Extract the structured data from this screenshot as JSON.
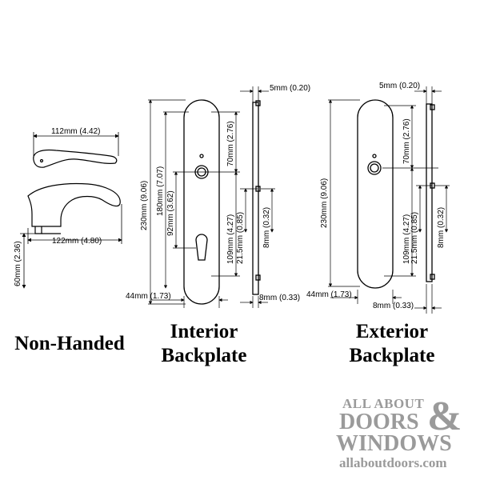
{
  "handle": {
    "top_width": "112mm (4.42)",
    "bottom_width": "122mm (4.80)",
    "height": "60mm (2.36)"
  },
  "interior": {
    "top_offset": "5mm (0.20)",
    "total_height": "230mm (9.06)",
    "inner_height": "180mm (7.07)",
    "upper": "70mm (2.76)",
    "center": "92mm (3.62)",
    "lower": "109mm (4.27)",
    "small_a": "21.5mm (0.85)",
    "small_b": "8mm (0.32)",
    "width": "44mm (1.73)",
    "thickness": "8mm (0.33)"
  },
  "exterior": {
    "top_offset": "5mm (0.20)",
    "total_height": "230mm (9.06)",
    "upper": "70mm (2.76)",
    "lower": "109mm (4.27)",
    "small_a": "21.5mm (0.85)",
    "small_b": "8mm (0.32)",
    "width": "44mm (1.73)",
    "thickness": "8mm (0.33)"
  },
  "labels": {
    "non_handed": "Non-Handed",
    "interior_line1": "Interior",
    "interior_line2": "Backplate",
    "exterior_line1": "Exterior",
    "exterior_line2": "Backplate"
  },
  "logo": {
    "line1": "ALL ABOUT",
    "line2": "DOORS",
    "amp": "&",
    "line3": "WINDOWS",
    "url": "allaboutdoors.com"
  },
  "colors": {
    "logo_gray": "#9a9a9a",
    "line": "#000000"
  }
}
